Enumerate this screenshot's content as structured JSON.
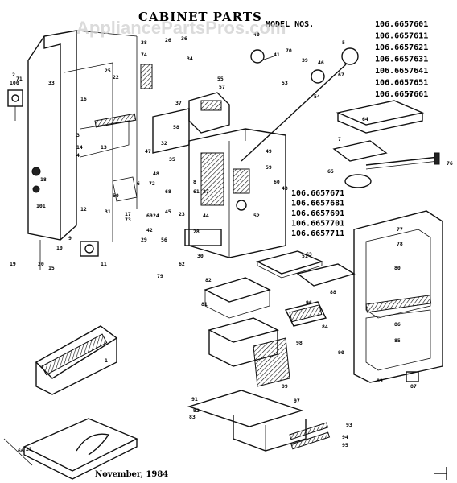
{
  "header": {
    "title": "CABINET PARTS",
    "models_label": "MODEL NOS.",
    "watermark": "AppliancePartsPros.com"
  },
  "model_numbers_top": [
    "106.6657601",
    "106.6657611",
    "106.6657621",
    "106.6657631",
    "106.6657641",
    "106.6657651",
    "106.6657661"
  ],
  "model_numbers_mid": [
    "106.6657671",
    "106.6657681",
    "106.6657691",
    "106.6657701",
    "106.6657711"
  ],
  "footer": {
    "date": "November, 1984"
  },
  "callouts": [
    "1",
    "2",
    "3",
    "4",
    "5",
    "6",
    "7",
    "8",
    "9",
    "10",
    "11",
    "12",
    "13",
    "14",
    "15",
    "16",
    "17",
    "18",
    "19",
    "20",
    "21",
    "22",
    "23",
    "24",
    "25",
    "26",
    "27",
    "28",
    "29",
    "30",
    "31",
    "32",
    "33",
    "34",
    "35",
    "36",
    "37",
    "38",
    "39",
    "40",
    "41",
    "42",
    "43",
    "44",
    "45",
    "46",
    "47",
    "48",
    "49",
    "50",
    "51",
    "52",
    "53",
    "54",
    "55",
    "56",
    "57",
    "58",
    "59",
    "60",
    "61",
    "62",
    "63",
    "64",
    "65",
    "66",
    "67",
    "68",
    "69",
    "70",
    "71",
    "72",
    "73",
    "74",
    "75",
    "76",
    "77",
    "78",
    "79",
    "80",
    "81",
    "82",
    "83",
    "84",
    "85",
    "86",
    "87",
    "88",
    "89",
    "90",
    "91",
    "92",
    "93",
    "94",
    "95",
    "96",
    "97",
    "98",
    "99",
    "100",
    "101"
  ]
}
